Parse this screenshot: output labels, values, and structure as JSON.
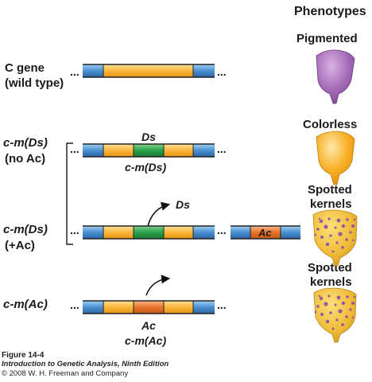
{
  "phenotypes_header": "Phenotypes",
  "phenotype_labels": {
    "pigmented": "Pigmented",
    "colorless": "Colorless",
    "spotted_1_line1": "Spotted",
    "spotted_1_line2": "kernels",
    "spotted_2_line1": "Spotted",
    "spotted_2_line2": "kernels"
  },
  "row_labels": {
    "c_gene_line1": "C gene",
    "c_gene_line2": "(wild type)",
    "cmds_noac_line1": "c-m(Ds)",
    "cmds_noac_line2": "(no Ac)",
    "cmds_ac_line1": "c-m(Ds)",
    "cmds_ac_line2": "(+Ac)",
    "cmac_line1": "c-m(Ac)"
  },
  "element_labels": {
    "ds_top": "Ds",
    "cmds_under": "c-m(Ds)",
    "ds_arrow": "Ds",
    "ac_element": "Ac",
    "ac_under": "Ac",
    "cmac_under": "c-m(Ac)"
  },
  "ellipsis": "...",
  "colors": {
    "chromosome_blue": "#4a90d0",
    "gene_orange": "#fbb63c",
    "ds_green": "#2ba04a",
    "ac_orange": "#e8732a",
    "pigmented_kernel": "#a66bb8",
    "colorless_kernel": "#f8ad22",
    "spot_purple": "#8a4fa6"
  },
  "caption": {
    "figure": "Figure 14-4",
    "book": "Introduction to Genetic Analysis, Ninth Edition",
    "copyright": "© 2008 W. H. Freeman and Company"
  }
}
